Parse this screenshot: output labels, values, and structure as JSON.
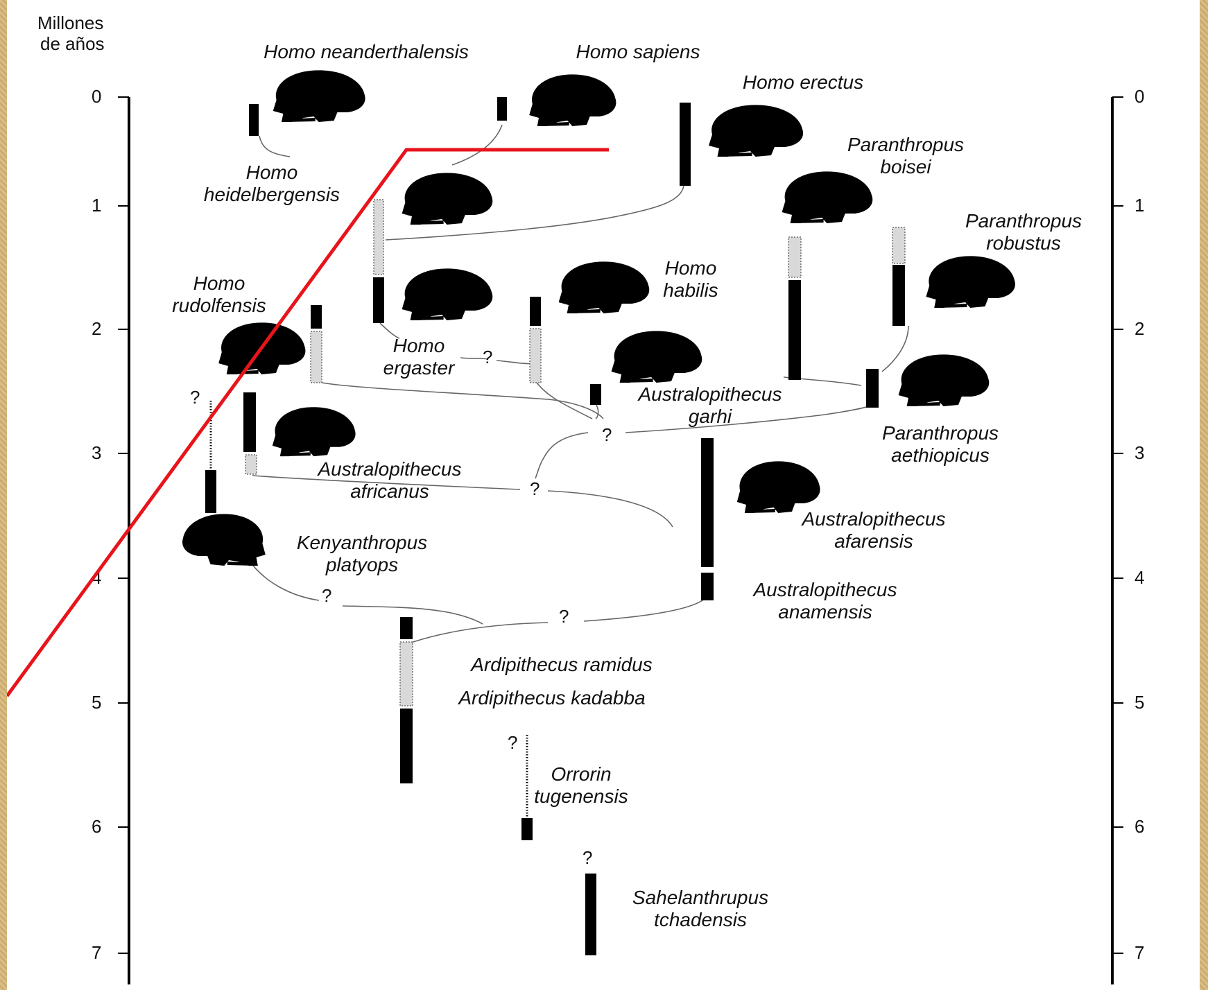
{
  "axis": {
    "title_line1": "Millones",
    "title_line2": "de años",
    "ticks": [
      "0",
      "1",
      "2",
      "3",
      "4",
      "5",
      "6",
      "7"
    ]
  },
  "species": [
    {
      "id": "neanderthalensis",
      "lines": [
        "Homo neanderthalensis"
      ]
    },
    {
      "id": "sapiens",
      "lines": [
        "Homo sapiens"
      ]
    },
    {
      "id": "erectus",
      "lines": [
        "Homo erectus"
      ]
    },
    {
      "id": "heidelbergensis",
      "lines": [
        "Homo",
        "heidelbergensis"
      ]
    },
    {
      "id": "boisei",
      "lines": [
        "Paranthropus",
        "boisei"
      ]
    },
    {
      "id": "robustus",
      "lines": [
        "Paranthropus",
        "robustus"
      ]
    },
    {
      "id": "rudolfensis",
      "lines": [
        "Homo",
        "rudolfensis"
      ]
    },
    {
      "id": "habilis",
      "lines": [
        "Homo",
        "habilis"
      ]
    },
    {
      "id": "ergaster",
      "lines": [
        "Homo",
        "ergaster"
      ]
    },
    {
      "id": "garhi",
      "lines": [
        "Australopithecus",
        "garhi"
      ]
    },
    {
      "id": "aethiopicus",
      "lines": [
        "Paranthropus",
        "aethiopicus"
      ]
    },
    {
      "id": "africanus",
      "lines": [
        "Australopithecus",
        "africanus"
      ]
    },
    {
      "id": "afarensis",
      "lines": [
        "Australopithecus",
        "afarensis"
      ]
    },
    {
      "id": "platyops",
      "lines": [
        "Kenyanthropus",
        "platyops"
      ]
    },
    {
      "id": "anamensis",
      "lines": [
        "Australopithecus",
        "anamensis"
      ]
    },
    {
      "id": "ramidus",
      "lines": [
        "Ardipithecus ramidus"
      ]
    },
    {
      "id": "kadabba",
      "lines": [
        "Ardipithecus kadabba"
      ]
    },
    {
      "id": "tugenensis",
      "lines": [
        "Orrorin",
        "tugenensis"
      ]
    },
    {
      "id": "tchadensis",
      "lines": [
        "Sahelanthrupus",
        "tchadensis"
      ]
    }
  ],
  "question_mark": "?",
  "colors": {
    "bar_confirmed": "#000000",
    "bar_uncertain": "#d9d9d9",
    "branch_line": "#666666",
    "annotation_line": "#e8141b"
  },
  "icons": [
    "skull-icon"
  ]
}
